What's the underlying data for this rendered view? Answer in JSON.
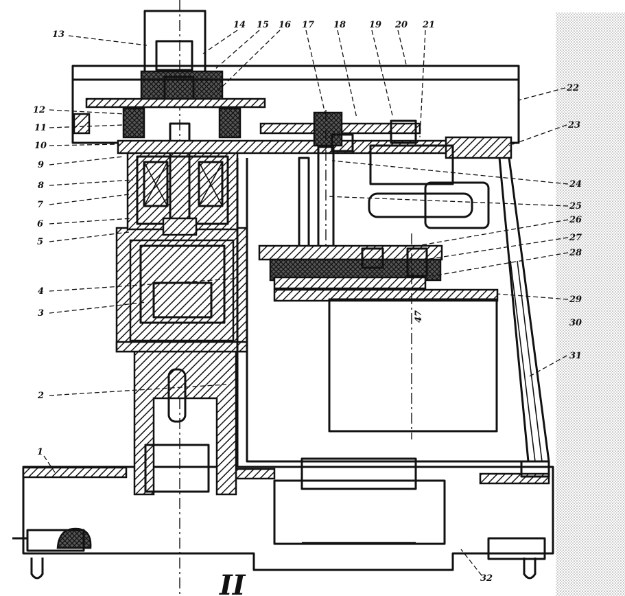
{
  "diagram": {
    "part_labels": {
      "1": "1",
      "2": "2",
      "3": "3",
      "4": "4",
      "5": "5",
      "6": "6",
      "7": "7",
      "8": "8",
      "9": "9",
      "10": "10",
      "11": "11",
      "12": "12",
      "13": "13",
      "14": "14",
      "15": "15",
      "16": "16",
      "17": "17",
      "18": "18",
      "19": "19",
      "20": "20",
      "21": "21",
      "22": "22",
      "23": "23",
      "24": "24",
      "25": "25",
      "26": "26",
      "27": "27",
      "28": "28",
      "29": "29",
      "30": "30",
      "31": "31",
      "32": "32"
    },
    "inner_mark": "47",
    "bottom_mark": "II"
  },
  "colors": {
    "ink": "#111111",
    "paper": "#ffffff",
    "screen": "#d6d6d6"
  }
}
